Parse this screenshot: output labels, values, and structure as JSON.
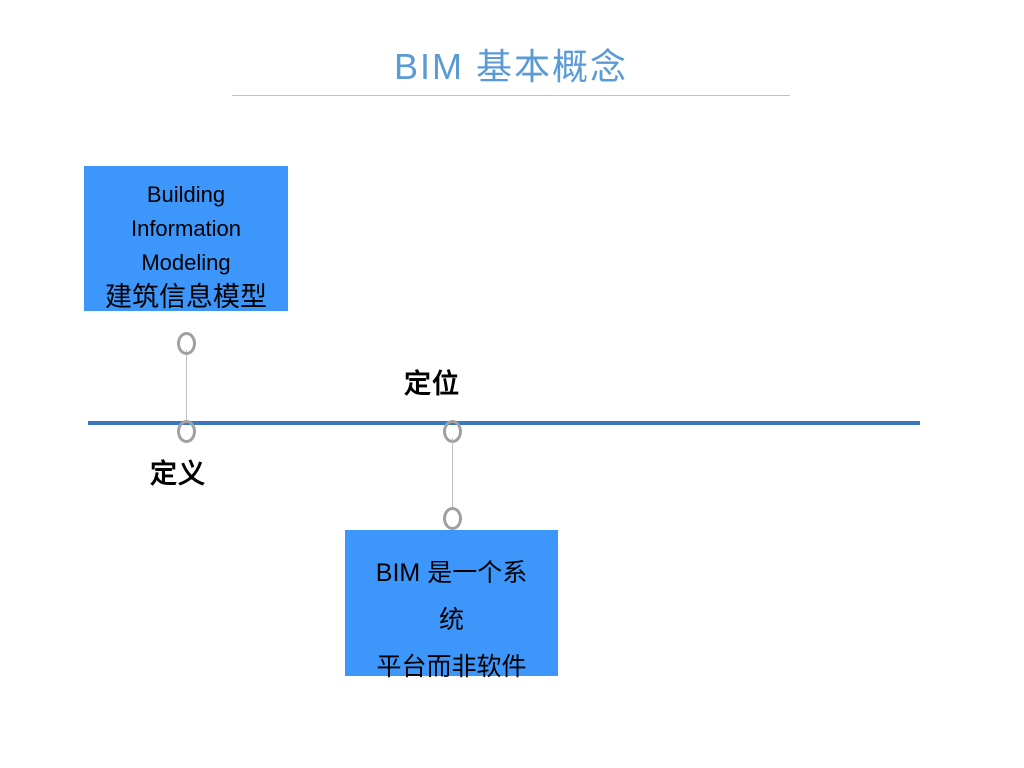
{
  "slide": {
    "title": "BIM 基本概念",
    "background_color": "#ffffff",
    "title_color": "#5b9bd5",
    "accent_color": "#3d96fa",
    "axis_color": "#3a78bd",
    "marker_color": "#a0a0a0"
  },
  "timeline": {
    "milestones": [
      {
        "key": "definition",
        "label": "定义",
        "callout": {
          "lines": [
            {
              "text": "Building",
              "script": "latin"
            },
            {
              "text": "Information",
              "script": "latin"
            },
            {
              "text": "Modeling",
              "script": "latin"
            },
            {
              "text": "建筑信息模型",
              "script": "cjk"
            }
          ]
        }
      },
      {
        "key": "position",
        "label": "定位",
        "callout": {
          "lines": [
            {
              "text": "BIM 是一个系",
              "script": "cjk"
            },
            {
              "text": "统",
              "script": "cjk"
            },
            {
              "text": "平台而非软件",
              "script": "cjk"
            }
          ]
        }
      }
    ]
  }
}
